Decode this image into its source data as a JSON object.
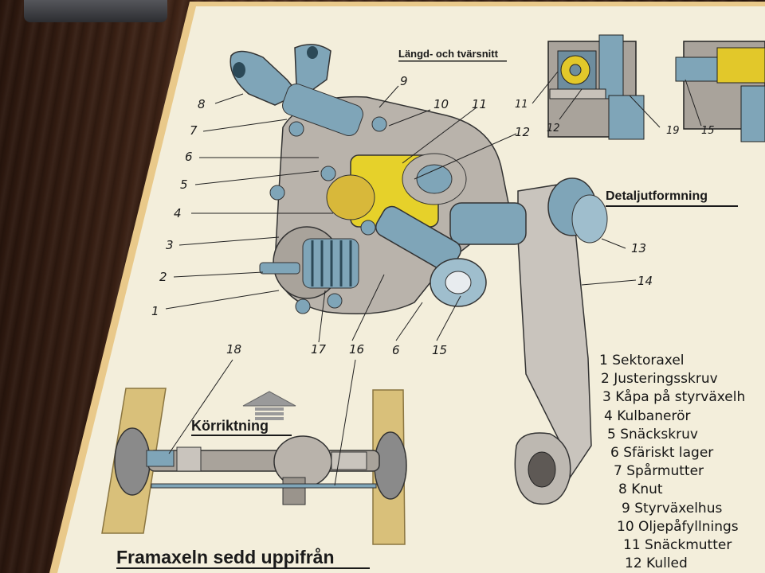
{
  "headings": {
    "section_view": "Längd- och tvärsnitt",
    "detail": "Detaljutformning",
    "direction": "Körriktning",
    "front_axle": "Framaxeln sedd uppifrån"
  },
  "callouts": {
    "n1": "1",
    "n2": "2",
    "n3": "3",
    "n4": "4",
    "n5": "5",
    "n6": "6",
    "n6b": "6",
    "n7": "7",
    "n8": "8",
    "n9": "9",
    "n10": "10",
    "n11": "11",
    "n12": "12",
    "n13": "13",
    "n14": "14",
    "n15": "15",
    "n16": "16",
    "n17": "17",
    "n18": "18",
    "s11": "11",
    "s12": "12",
    "s19": "19",
    "s15": "15"
  },
  "legend": [
    "1 Sektoraxel",
    "2 Justeringsskruv",
    "3 Kåpa på styrväxelh",
    "4 Kulbanerör",
    "5 Snäckskruv",
    "6 Sfäriskt lager",
    "7 Spårmutter",
    "8 Knut",
    "9 Styrväxelhus",
    "10 Oljepåfyllnings",
    "11 Snäckmutter",
    "12 Kulled"
  ],
  "colors": {
    "paper": "#f3eedb",
    "steel_blue": "#7fa5b8",
    "housing_gray": "#b9b3ab",
    "brass_yellow": "#e6d12a",
    "tire_tan": "#d9c07a"
  }
}
